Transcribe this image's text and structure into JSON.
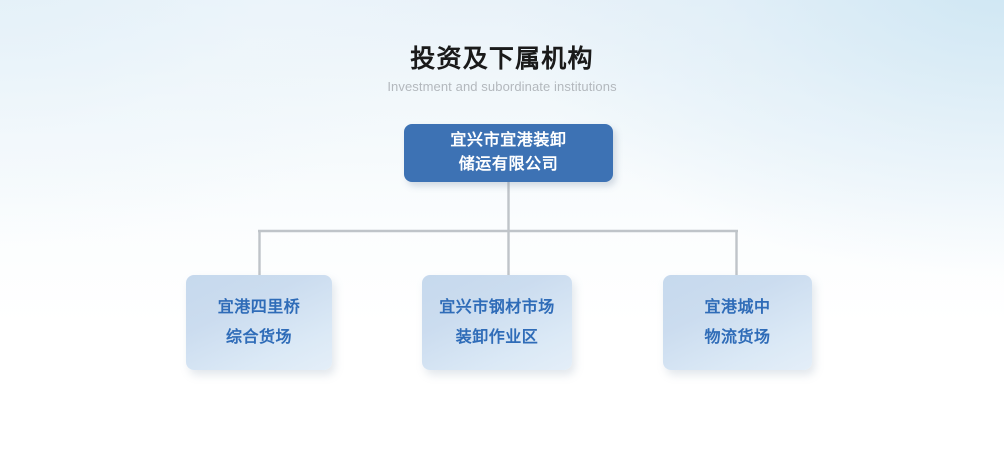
{
  "header": {
    "title": "投资及下属机构",
    "subtitle": "Investment and subordinate institutions"
  },
  "colors": {
    "root_box": "#3d72b4",
    "root_text": "#ffffff",
    "child_box": "#c9dbee",
    "child_text": "#2f6cb8",
    "connector_line": "#bfc4c9",
    "title_text": "#1a1a1a",
    "subtitle_text": "#b3b8bd",
    "page_background_top": "#e4f0f8",
    "page_background_bottom": "#ffffff"
  },
  "org_chart": {
    "root": {
      "id": "root-node",
      "lines": [
        "宜兴市宜港装卸",
        "储运有限公司"
      ],
      "full_text": "宜兴市宜港装卸储运有限公司"
    },
    "children": [
      {
        "id": "child-node-1",
        "lines": [
          "宜港四里桥",
          "综合货场"
        ],
        "full_text": "宜港四里桥综合货场"
      },
      {
        "id": "child-node-2",
        "lines": [
          "宜兴市钢材市场",
          "装卸作业区"
        ],
        "full_text": "宜兴市钢材市场装卸作业区"
      },
      {
        "id": "child-node-3",
        "lines": [
          "宜港城中",
          "物流货场"
        ],
        "full_text": "宜港城中物流货场"
      }
    ]
  }
}
